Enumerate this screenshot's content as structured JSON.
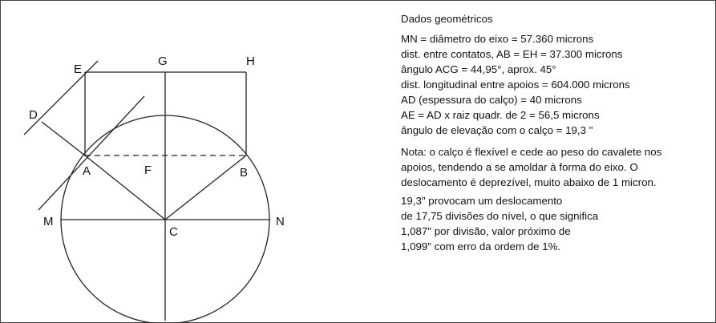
{
  "diagram": {
    "labels": {
      "D": "D",
      "E": "E",
      "G": "G",
      "H": "H",
      "A": "A",
      "F": "F",
      "B": "B",
      "M": "M",
      "C": "C",
      "N": "N"
    }
  },
  "notes": {
    "title": "Dados geométricos",
    "lines": [
      "MN =  diâmetro do eixo = 57.360 microns",
      "dist. entre contatos, AB = EH = 37.300 microns",
      "ângulo ACG = 44,95°, aprox. 45°",
      "dist. longitudinal entre apoios = 604.000 microns",
      "AD (espessura do calço) = 40 microns",
      "AE = AD x raiz quadr. de 2 = 56,5 microns",
      "ângulo de elevação com o calço = 19,3 \""
    ],
    "nota": [
      "Nota: o calço é flexível e cede ao peso do cavalete nos",
      "apoios, tendendo a se amoldar à forma do eixo. O",
      "deslocamento é deprezível, muito abaixo de 1 micron."
    ],
    "conclusion": [
      "19,3\" provocam um deslocamento",
      "de 17,75 divisões do nível, o que significa",
      "1,087\" por divisão, valor próximo de",
      "1,099\" com erro da ordem de 1%."
    ]
  }
}
